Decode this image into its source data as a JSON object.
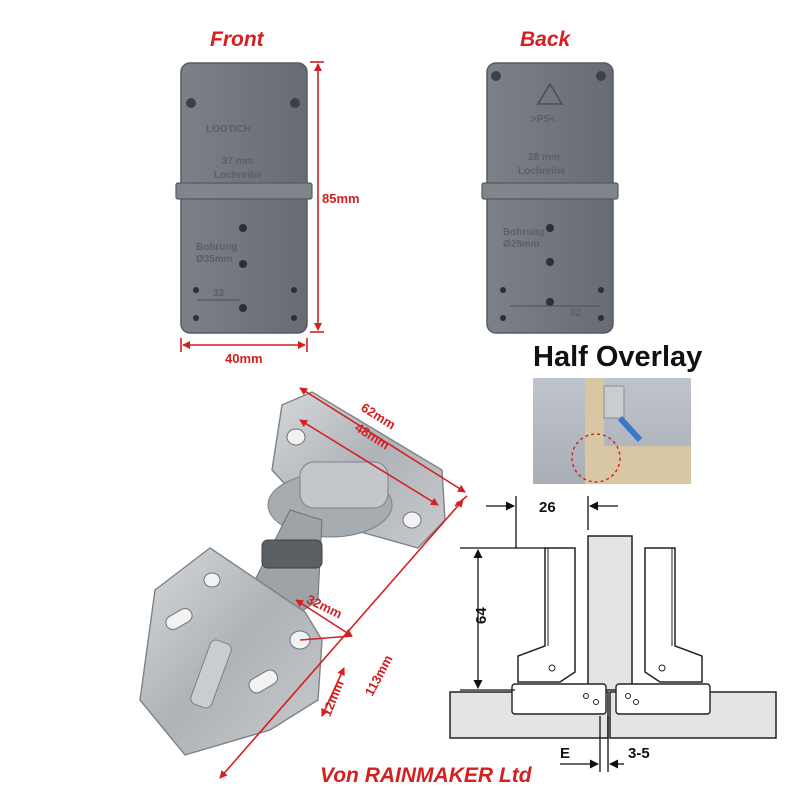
{
  "labels": {
    "front": "Front",
    "back": "Back",
    "height": "85mm",
    "width": "40mm",
    "half_overlay": "Half Overlay",
    "hinge_62": "62mm",
    "hinge_48": "48mm",
    "hinge_32": "32mm",
    "hinge_12": "12mm",
    "hinge_113": "113mm",
    "dim_26": "26",
    "dim_64": "64",
    "dim_e": "E",
    "dim_35": "3-5",
    "credit": "Von RAINMAKER Ltd"
  },
  "plate_text": {
    "front_brand": "LOOTICH",
    "front_37": "37 mm",
    "front_lochreihe": "Lochreihe",
    "front_bohrung": "Bohrung",
    "front_35": "Ø35mm",
    "front_32": "32",
    "back_ps": ">PS<",
    "back_28": "28 mm",
    "back_lochreihe": "Lochreihe",
    "back_bohrung": "Bohrung",
    "back_ø28": "Ø28mm",
    "back_32": "32"
  },
  "colors": {
    "accent": "#d42020",
    "plate": "#6f757b",
    "plate_edge": "#555b61",
    "metal": "#b9bdc1",
    "metal_dark": "#8a8f94",
    "board": "#e4e4e4"
  }
}
